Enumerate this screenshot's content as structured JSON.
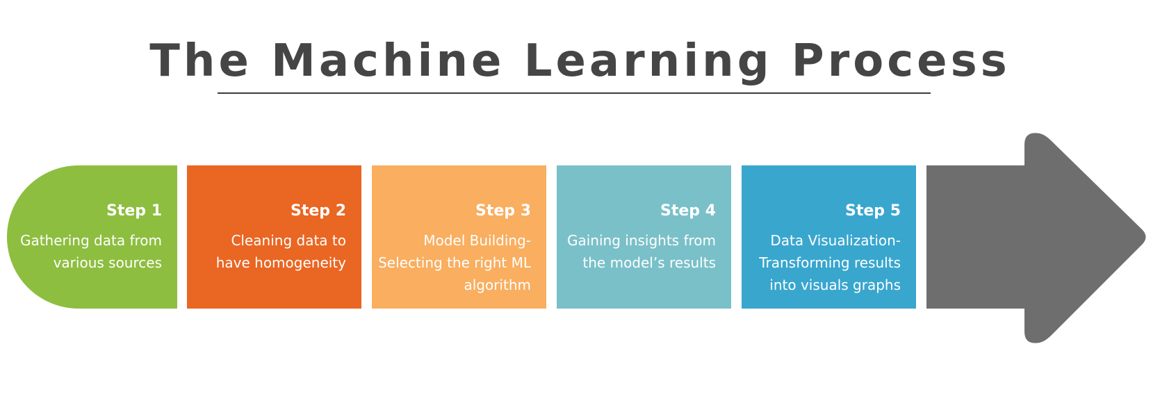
{
  "title": "The Machine Learning Process",
  "steps": [
    {
      "label": "Step 1",
      "lines": [
        "Gathering data from",
        "various sources"
      ],
      "color": "#8dbe40"
    },
    {
      "label": "Step 2",
      "lines": [
        "Cleaning data to",
        "have homogeneity"
      ],
      "color": "#e96623"
    },
    {
      "label": "Step 3",
      "lines": [
        "Model Building-",
        "Selecting the right ML",
        "algorithm"
      ],
      "color": "#f9ae60"
    },
    {
      "label": "Step 4",
      "lines": [
        "Gaining insights from",
        "the model’s results"
      ],
      "color": "#7ac0c9"
    },
    {
      "label": "Step 5",
      "lines": [
        "Data Visualization-",
        "Transforming results",
        "into visuals graphs"
      ],
      "color": "#39a6ce"
    }
  ],
  "arrow_color": "#6e6e6e"
}
